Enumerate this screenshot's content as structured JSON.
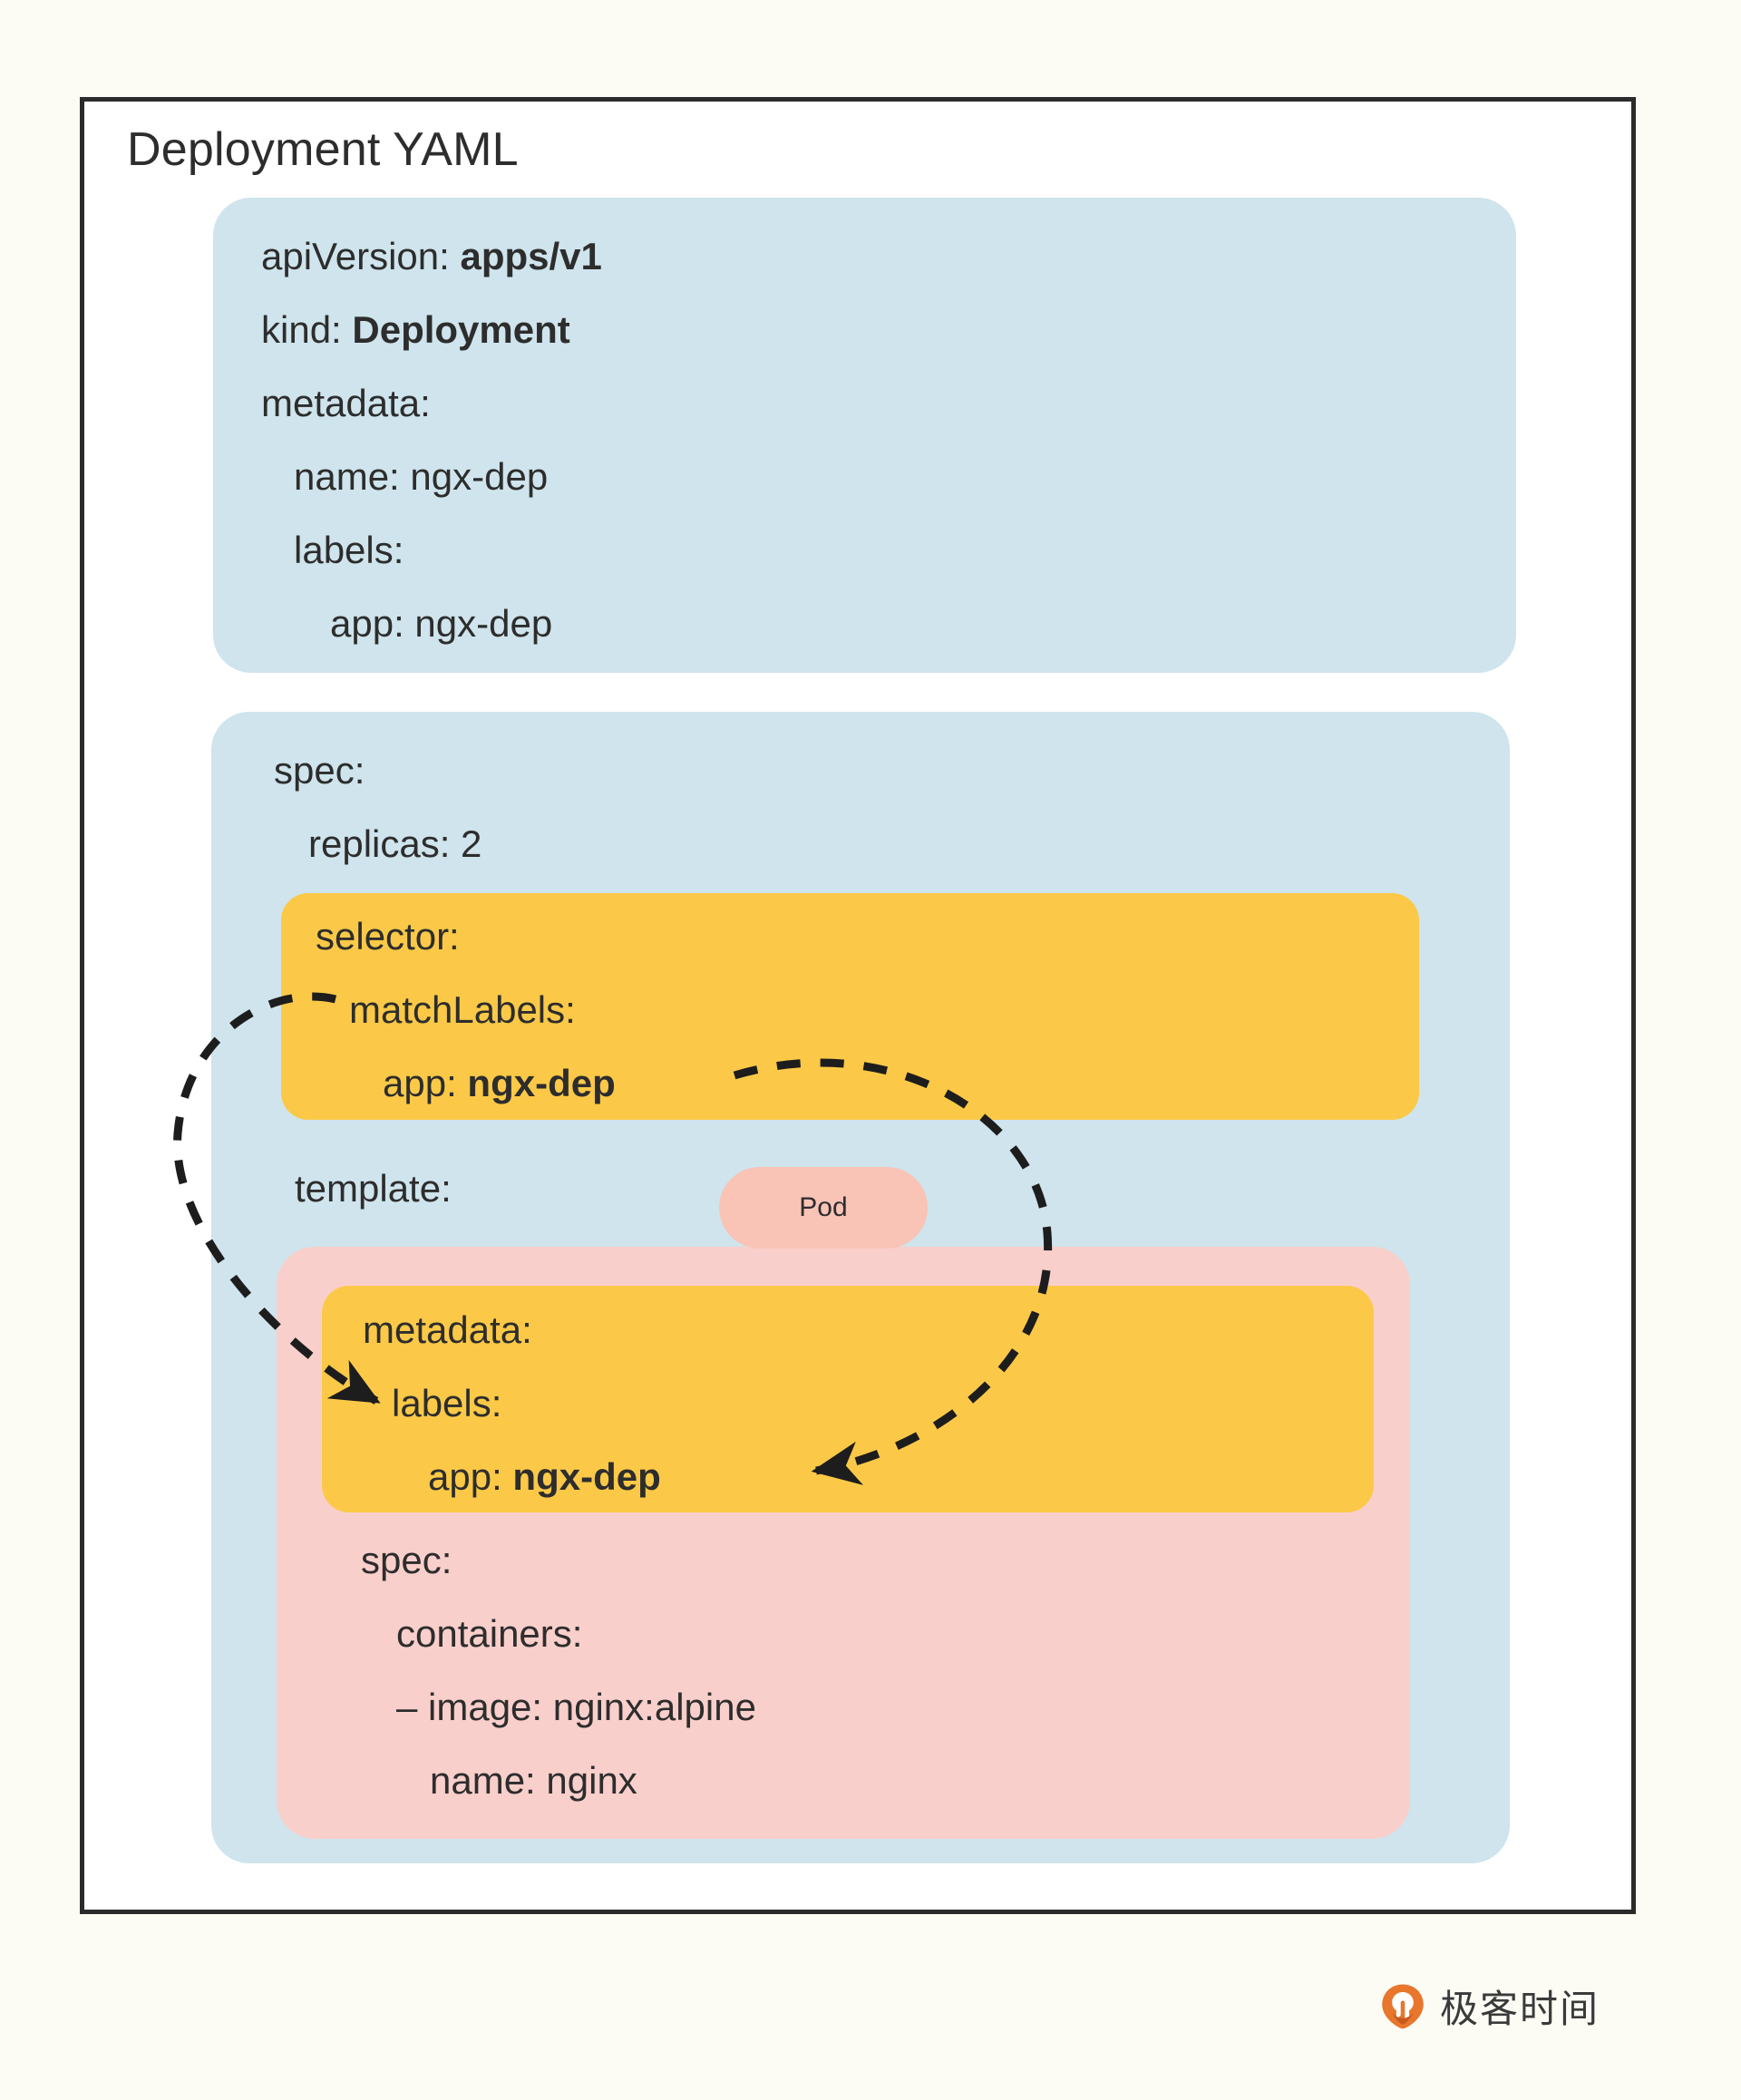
{
  "page": {
    "background_color": "#fcfcf5",
    "frame_border_color": "#2b2b2b",
    "title": "Deployment YAML"
  },
  "palette": {
    "blue": "#cfe4ec",
    "yellow": "#fbc947",
    "pink": "#f9cfcb",
    "pod_pill": "#f9c3b6",
    "text": "#2d2d2d",
    "brand_orange": "#e8762c"
  },
  "metadata_block": {
    "color": "#cfe4ec",
    "lines": [
      {
        "key": "apiVersion:",
        "value": "apps/v1",
        "bold_value": true
      },
      {
        "key": "kind:",
        "value": "Deployment",
        "bold_value": true
      },
      {
        "key": "metadata:",
        "value": "",
        "bold_value": false
      },
      {
        "key": "name:",
        "value": "ngx-dep",
        "bold_value": false
      },
      {
        "key": "labels:",
        "value": "",
        "bold_value": false
      },
      {
        "key": "app:",
        "value": "ngx-dep",
        "bold_value": false
      }
    ]
  },
  "spec_block": {
    "color": "#cfe4ec",
    "lines": [
      {
        "key": "spec:",
        "value": ""
      },
      {
        "key": "replicas:",
        "value": "2"
      },
      {
        "key": "template:",
        "value": ""
      }
    ]
  },
  "selector_block": {
    "color": "#fbc947",
    "lines": [
      {
        "key": "selector:",
        "value": "",
        "bold_value": false
      },
      {
        "key": "matchLabels:",
        "value": "",
        "bold_value": false
      },
      {
        "key": "app:",
        "value": "ngx-dep",
        "bold_value": true
      }
    ]
  },
  "pod_metadata_block": {
    "color": "#fbc947",
    "lines": [
      {
        "key": "metadata:",
        "value": "",
        "bold_value": false
      },
      {
        "key": "labels:",
        "value": "",
        "bold_value": false
      },
      {
        "key": "app:",
        "value": "ngx-dep",
        "bold_value": true
      }
    ]
  },
  "pod_spec_block": {
    "color": "#f9cfcb",
    "lines": [
      {
        "key": "spec:",
        "value": ""
      },
      {
        "key": "containers:",
        "value": ""
      },
      {
        "key": "- image:",
        "value": "nginx:alpine"
      },
      {
        "key": "name:",
        "value": "nginx"
      }
    ]
  },
  "pod_pill": {
    "label": "Pod",
    "color": "#f9c3b6"
  },
  "connectors": [
    {
      "name": "matchlabels-to-labels",
      "from": "selector.matchLabels",
      "to": "template.metadata.labels",
      "style": "dashed",
      "arrowhead": "end"
    },
    {
      "name": "selector-app-to-pod-app",
      "from": "selector.matchLabels.app: ngx-dep",
      "to": "template.metadata.labels.app: ngx-dep",
      "style": "dashed",
      "arrowhead": "end"
    }
  ],
  "brand": {
    "name": "极客时间",
    "mark_color": "#e8762c"
  },
  "text_lines": {
    "md_apiversion_key": "apiVersion: ",
    "md_apiversion_val": "apps/v1",
    "md_kind_key": "kind: ",
    "md_kind_val": "Deployment",
    "md_metadata": "metadata:",
    "md_name": "name: ngx-dep",
    "md_labels": "labels:",
    "md_app": "app: ngx-dep",
    "spec_spec": "spec:",
    "spec_replicas": "replicas: 2",
    "spec_template": "template:",
    "sel_selector": "selector:",
    "sel_matchlabels": "matchLabels:",
    "sel_app_key": "app: ",
    "sel_app_val": "ngx-dep",
    "pod_metadata": "metadata:",
    "pod_labels": "labels:",
    "pod_app_key": "app: ",
    "pod_app_val": "ngx-dep",
    "podspec_spec": "spec:",
    "podspec_containers": "containers:",
    "podspec_image": "– image: nginx:alpine",
    "podspec_name": "name: nginx"
  }
}
